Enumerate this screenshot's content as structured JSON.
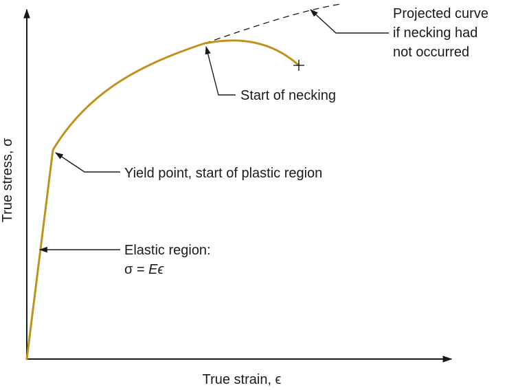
{
  "axes": {
    "x_label": "True strain, ϵ",
    "y_label": "True stress, σ"
  },
  "annotations": {
    "projected": {
      "line1": "Projected curve",
      "line2": "if necking had",
      "line3": "not occurred"
    },
    "necking": "Start of necking",
    "yield": "Yield point, start of plastic region",
    "elastic": {
      "line1": "Elastic region:",
      "formula_prefix": "σ = ",
      "formula_italic": "Eϵ"
    }
  },
  "colors": {
    "curve": "#c0921c",
    "ink": "#1a1a1a"
  }
}
